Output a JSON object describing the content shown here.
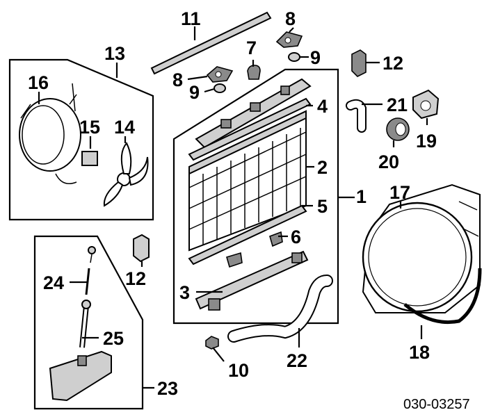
{
  "diagram": {
    "callouts": {
      "c1": "1",
      "c2": "2",
      "c3": "3",
      "c4": "4",
      "c5": "5",
      "c6": "6",
      "c7": "7",
      "c8a": "8",
      "c8b": "8",
      "c9a": "9",
      "c9b": "9",
      "c10": "10",
      "c11": "11",
      "c12a": "12",
      "c12b": "12",
      "c13": "13",
      "c14": "14",
      "c15": "15",
      "c16": "16",
      "c17": "17",
      "c18": "18",
      "c19": "19",
      "c20": "20",
      "c21": "21",
      "c22": "22",
      "c23": "23",
      "c24": "24",
      "c25": "25"
    },
    "drawing_code": "030-03257"
  }
}
